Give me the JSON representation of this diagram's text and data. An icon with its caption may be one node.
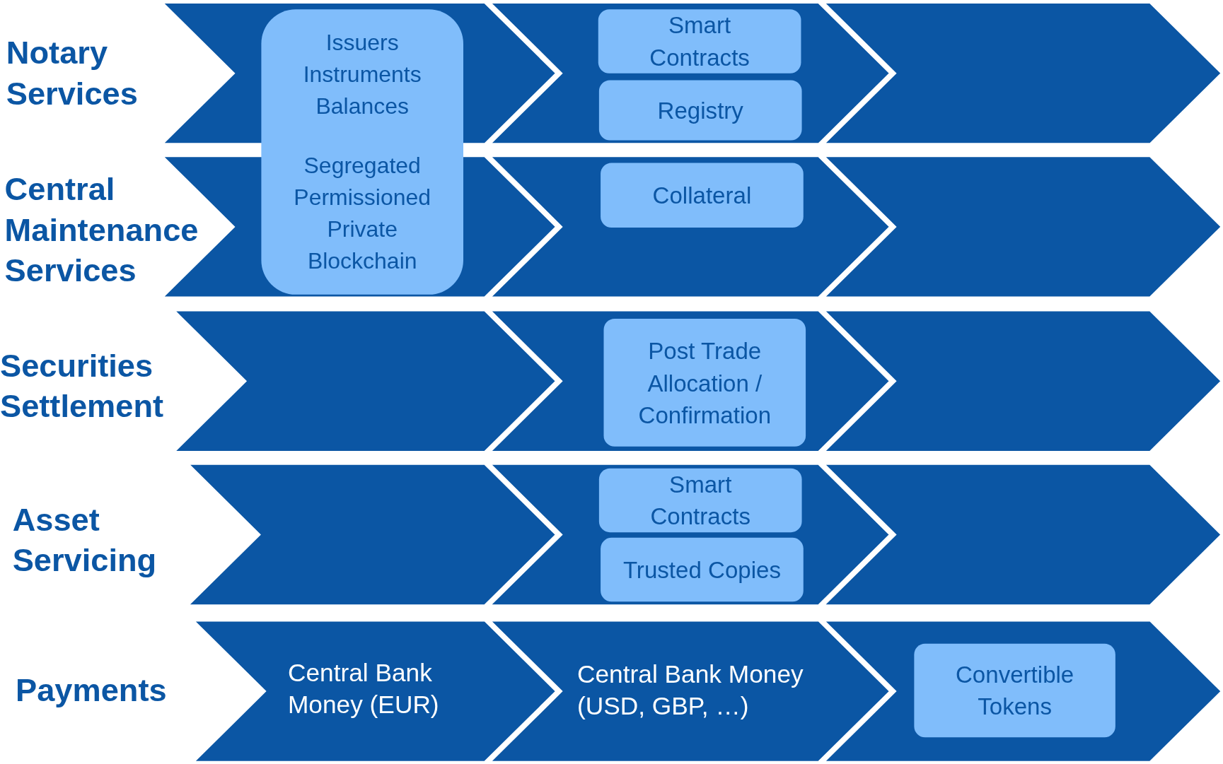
{
  "diagram": {
    "nodes": [
      {
        "text": [
          "Issuers Instruments Balances",
          "Segregated Permissioned Private Blockchain"
        ]
      },
      {
        "text": [
          "Smart Contracts"
        ]
      },
      {
        "text": [
          "Registry"
        ]
      },
      {
        "text": [
          "Collateral"
        ]
      },
      {
        "text": [
          "Post Trade Allocation / Confirmation"
        ]
      },
      {
        "text": [
          "Smart Contracts"
        ]
      },
      {
        "text": [
          "Trusted Copies"
        ]
      },
      {
        "text": [
          "Convertible Tokens"
        ]
      }
    ],
    "labels": [
      "Notary Services",
      "Central Maintenance Services",
      "Securities Settlement",
      "Asset Servicing",
      "Payments",
      "Central Bank Money (EUR)",
      "Central Bank Money (USD, GBP, …)"
    ]
  }
}
